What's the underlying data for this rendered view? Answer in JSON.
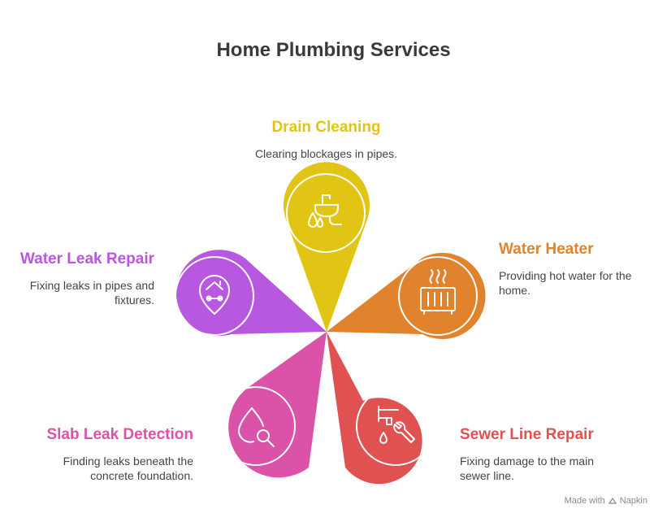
{
  "title": "Home Plumbing Services",
  "colors": {
    "drain": "#e2c414",
    "heater": "#e1832d",
    "sewer": "#e05252",
    "slab": "#db53a8",
    "leak": "#b857e0"
  },
  "items": [
    {
      "key": "drain",
      "title": "Drain Cleaning",
      "desc": "Clearing blockages in pipes.",
      "icon": "sink-icon"
    },
    {
      "key": "heater",
      "title": "Water Heater",
      "desc": "Providing hot water for the home.",
      "icon": "heater-icon"
    },
    {
      "key": "sewer",
      "title": "Sewer Line Repair",
      "desc": "Fixing damage to the main sewer line.",
      "icon": "pipe-wrench-icon"
    },
    {
      "key": "slab",
      "title": "Slab Leak Detection",
      "desc": "Finding leaks beneath the concrete foundation.",
      "icon": "drop-search-icon"
    },
    {
      "key": "leak",
      "title": "Water Leak Repair",
      "desc": "Fixing leaks in pipes and fixtures.",
      "icon": "house-wrench-icon"
    }
  ],
  "footer": {
    "made_with": "Made with",
    "brand": "Napkin"
  }
}
